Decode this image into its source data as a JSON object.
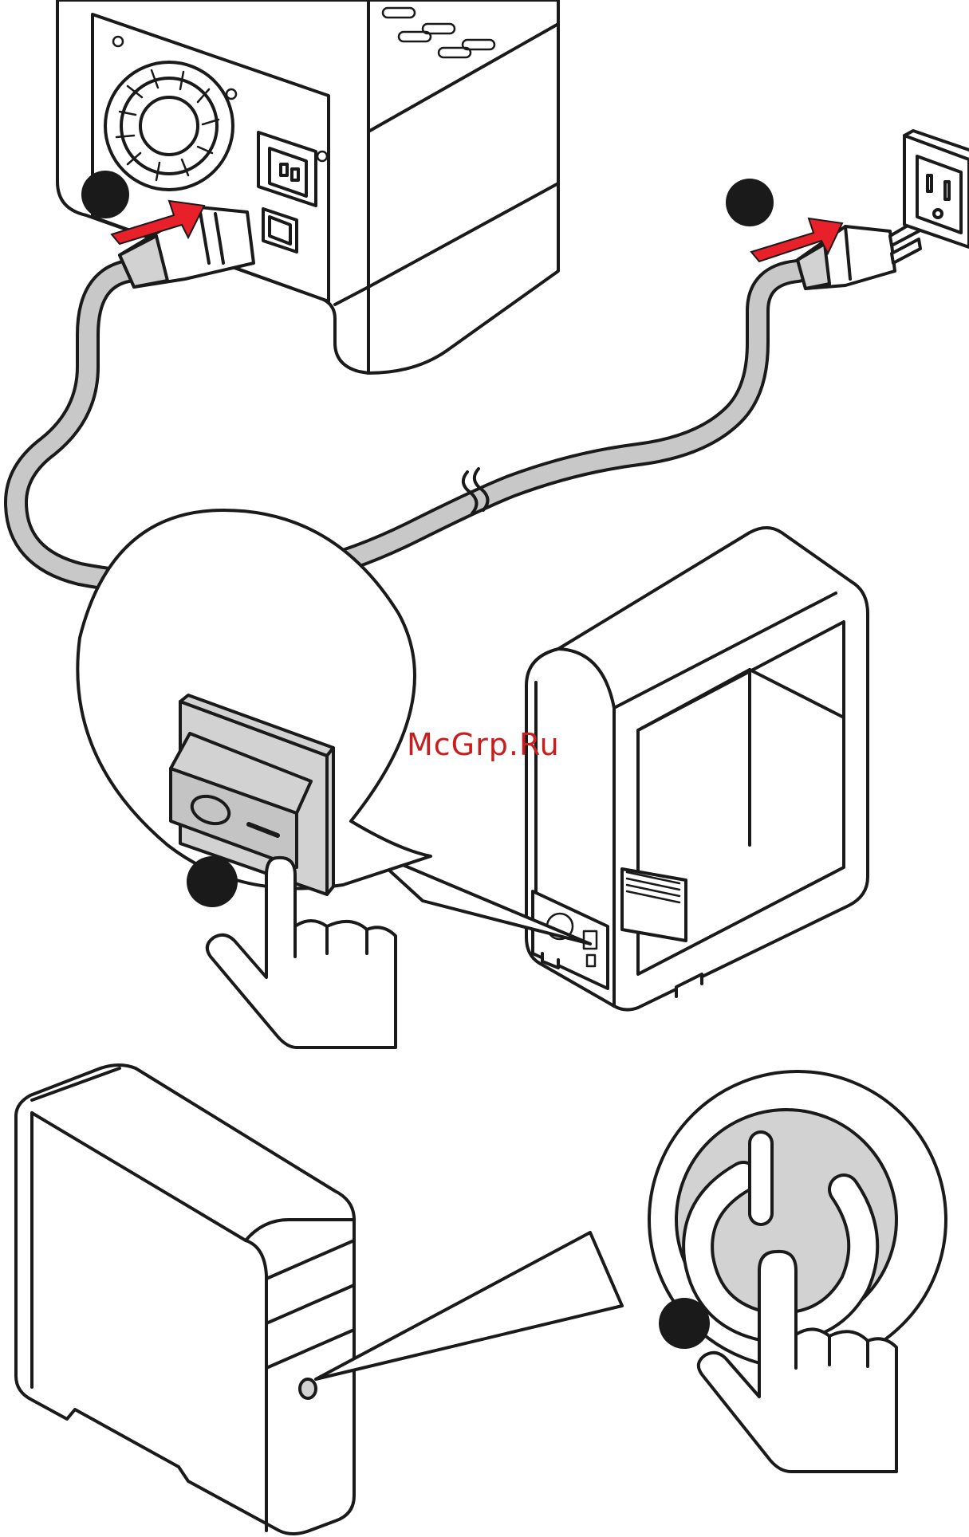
{
  "watermark": "McGrp.Ru",
  "colors": {
    "arrow": "#e8202a",
    "step_marker": "#1a1a1a",
    "cable": "#c8c8c8",
    "button_face": "#d2d2d2",
    "line": "#1a1a1a"
  },
  "steps": [
    {
      "marker": "step-marker",
      "action": "plug-cable-into-psu"
    },
    {
      "marker": "step-marker",
      "action": "plug-cable-into-wall-outlet"
    },
    {
      "marker": "step-marker",
      "action": "switch-psu-on"
    },
    {
      "marker": "step-marker",
      "action": "press-power-button"
    }
  ],
  "icons": [
    "power-supply-icon",
    "power-cable-icon",
    "wall-outlet-icon",
    "rocker-switch-icon",
    "pc-case-icon",
    "tower-pc-icon",
    "power-button-icon",
    "pointing-hand-icon",
    "red-arrow-icon"
  ]
}
